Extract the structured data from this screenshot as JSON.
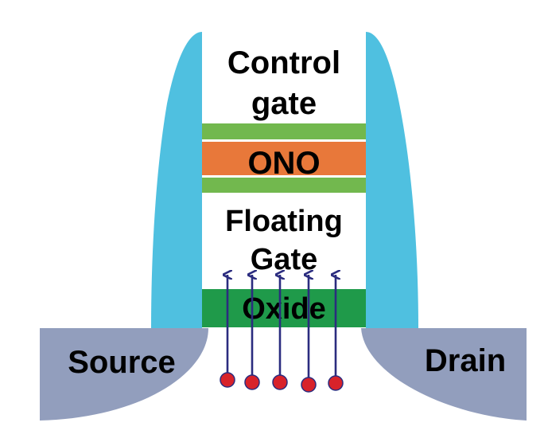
{
  "labels": {
    "control_gate_line1": "Control",
    "control_gate_line2": "gate",
    "ono": "ONO",
    "floating_gate_line1": "Floating",
    "floating_gate_line2": "Gate",
    "oxide": "Oxide",
    "source": "Source",
    "drain": "Drain"
  },
  "colors": {
    "spacer": "#4FC0E0",
    "ono_layer": "#E8783A",
    "ono_cladding": "#72B84E",
    "oxide": "#1F9A4A",
    "substrate": "#929EBD",
    "arrow": "#2B2C7F",
    "electron": "#D8222A",
    "electron_outline": "#2B2C7F"
  },
  "icons": {
    "arrow": "tunneling-arrow-icon",
    "electron": "electron-icon"
  },
  "electron_count": 5
}
